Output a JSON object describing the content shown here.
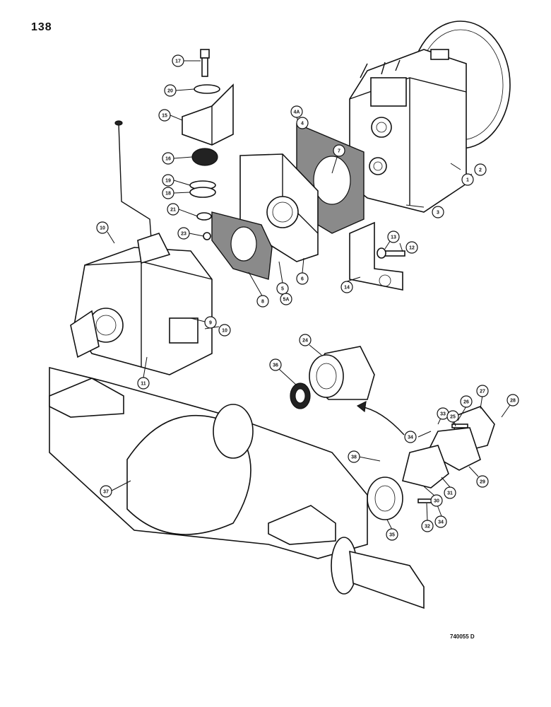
{
  "page": {
    "number": "138",
    "drawing_code": "740055 D"
  },
  "callouts": [
    {
      "id": "c17",
      "label": "17"
    },
    {
      "id": "c20",
      "label": "20"
    },
    {
      "id": "c15",
      "label": "15"
    },
    {
      "id": "c16",
      "label": "16"
    },
    {
      "id": "c19",
      "label": "19"
    },
    {
      "id": "c18",
      "label": "18"
    },
    {
      "id": "c21",
      "label": "21"
    },
    {
      "id": "c23",
      "label": "23"
    },
    {
      "id": "c10a",
      "label": "10"
    },
    {
      "id": "c4a",
      "label": "4A"
    },
    {
      "id": "c4",
      "label": "4"
    },
    {
      "id": "c7",
      "label": "7"
    },
    {
      "id": "c1",
      "label": "1"
    },
    {
      "id": "c2",
      "label": "2"
    },
    {
      "id": "c3",
      "label": "3"
    },
    {
      "id": "c13",
      "label": "13"
    },
    {
      "id": "c12",
      "label": "12"
    },
    {
      "id": "c14",
      "label": "14"
    },
    {
      "id": "c6",
      "label": "6"
    },
    {
      "id": "c5",
      "label": "5"
    },
    {
      "id": "c5a",
      "label": "5A"
    },
    {
      "id": "c8",
      "label": "8"
    },
    {
      "id": "c9",
      "label": "9"
    },
    {
      "id": "c10b",
      "label": "10"
    },
    {
      "id": "c11",
      "label": "11"
    },
    {
      "id": "c24",
      "label": "24"
    },
    {
      "id": "c36",
      "label": "36"
    },
    {
      "id": "c33",
      "label": "33"
    },
    {
      "id": "c26",
      "label": "26"
    },
    {
      "id": "c27",
      "label": "27"
    },
    {
      "id": "c28",
      "label": "28"
    },
    {
      "id": "c25",
      "label": "25"
    },
    {
      "id": "c34a",
      "label": "34"
    },
    {
      "id": "c38",
      "label": "38"
    },
    {
      "id": "c29",
      "label": "29"
    },
    {
      "id": "c31",
      "label": "31"
    },
    {
      "id": "c30",
      "label": "30"
    },
    {
      "id": "c32",
      "label": "32"
    },
    {
      "id": "c34b",
      "label": "34"
    },
    {
      "id": "c35",
      "label": "35"
    },
    {
      "id": "c37",
      "label": "37"
    }
  ]
}
